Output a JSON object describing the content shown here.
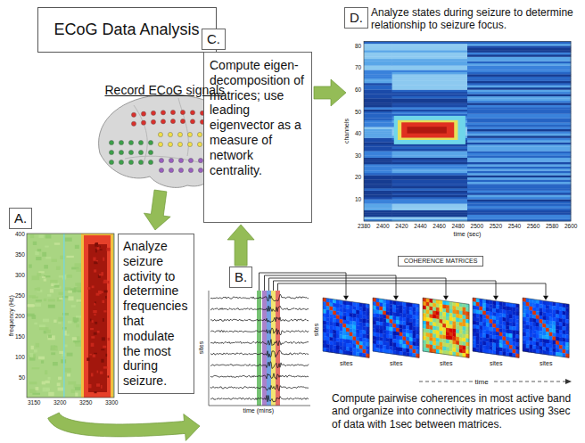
{
  "diagram": {
    "title": "ECoG Data Analysis",
    "nodes": [
      {
        "text": [
          "A."
        ]
      },
      {
        "text": [
          "Analyze seizure activity to determine frequencies that modulate the most during seizure."
        ]
      },
      {
        "text": [
          "B."
        ]
      },
      {
        "text": [
          "COHERENCE MATRICES"
        ]
      },
      {
        "text": [
          "C."
        ]
      },
      {
        "text": [
          "Compute eigen-decomposition of matrices; use leading eigenvector as a measure of network centrality."
        ]
      },
      {
        "text": [
          "D."
        ]
      }
    ],
    "edges": [
      {
        "from": 2,
        "to": 5,
        "arrow": "to"
      }
    ],
    "labels": [
      "Record ECoG signals",
      "frequency (Hz)",
      "400",
      "350",
      "300",
      "250",
      "200",
      "150",
      "100",
      "50",
      "3150",
      "3200",
      "3250",
      "3300",
      "sites",
      "time (mins)",
      "sites",
      "sites",
      "sites",
      "sites",
      "sites",
      "sites",
      "time",
      "Compute pairwise coherences in most active band and organize into connectivity matrices using 3sec of data with 1sec between matrices.",
      "Analyze states during seizure to determine relationship to seizure focus.",
      "channels",
      "80",
      "70",
      "60",
      "50",
      "40",
      "30",
      "20",
      "10",
      "2380",
      "2400",
      "2420",
      "2440",
      "2460",
      "2480",
      "2500",
      "2520",
      "2540",
      "2560",
      "2580",
      "2600",
      "time (sec)"
    ]
  }
}
